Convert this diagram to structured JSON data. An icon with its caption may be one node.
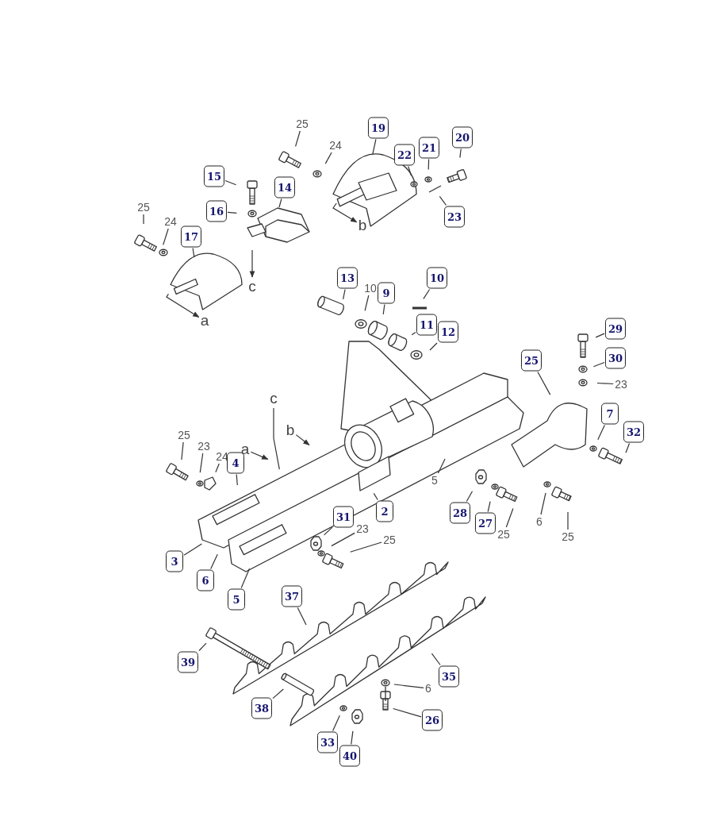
{
  "diagram": {
    "nodes": [
      {
        "text": [
          "25"
        ]
      },
      {
        "text": [
          "19"
        ]
      },
      {
        "text": [
          "20"
        ]
      },
      {
        "text": [
          "24"
        ]
      },
      {
        "text": [
          "21"
        ]
      },
      {
        "text": [
          "22"
        ]
      },
      {
        "text": [
          "15"
        ]
      },
      {
        "text": [
          "14"
        ]
      },
      {
        "text": [
          "25"
        ]
      },
      {
        "text": [
          "16"
        ]
      },
      {
        "text": [
          "23"
        ]
      },
      {
        "text": [
          "24"
        ]
      },
      {
        "text": [
          "b"
        ]
      },
      {
        "text": [
          "17"
        ]
      },
      {
        "text": [
          "13"
        ]
      },
      {
        "text": [
          "10"
        ]
      },
      {
        "text": [
          "c"
        ]
      },
      {
        "text": [
          "10"
        ]
      },
      {
        "text": [
          "9"
        ]
      },
      {
        "text": [
          "a"
        ]
      },
      {
        "text": [
          "11"
        ]
      },
      {
        "text": [
          "29"
        ]
      },
      {
        "text": [
          "12"
        ]
      },
      {
        "text": [
          "30"
        ]
      },
      {
        "text": [
          "25"
        ]
      },
      {
        "text": [
          "23"
        ]
      },
      {
        "text": [
          "c"
        ]
      },
      {
        "text": [
          "7"
        ]
      },
      {
        "text": [
          "b"
        ]
      },
      {
        "text": [
          "32"
        ]
      },
      {
        "text": [
          "25"
        ]
      },
      {
        "text": [
          "23"
        ]
      },
      {
        "text": [
          "a"
        ]
      },
      {
        "text": [
          "24"
        ]
      },
      {
        "text": [
          "4"
        ]
      },
      {
        "text": [
          "5"
        ]
      },
      {
        "text": [
          "2"
        ]
      },
      {
        "text": [
          "28"
        ]
      },
      {
        "text": [
          "31"
        ]
      },
      {
        "text": [
          "6"
        ]
      },
      {
        "text": [
          "27"
        ]
      },
      {
        "text": [
          "23"
        ]
      },
      {
        "text": [
          "25"
        ]
      },
      {
        "text": [
          "25"
        ]
      },
      {
        "text": [
          "25"
        ]
      },
      {
        "text": [
          "3"
        ]
      },
      {
        "text": [
          "6"
        ]
      },
      {
        "text": [
          "37"
        ]
      },
      {
        "text": [
          "5"
        ]
      },
      {
        "text": [
          "39"
        ]
      },
      {
        "text": [
          "35"
        ]
      },
      {
        "text": [
          "6"
        ]
      },
      {
        "text": [
          "38"
        ]
      },
      {
        "text": [
          "26"
        ]
      },
      {
        "text": [
          "33"
        ]
      },
      {
        "text": [
          "40"
        ]
      }
    ],
    "edges": [
      {
        "from": 0,
        "to": null,
        "arrow": "none"
      },
      {
        "from": 1,
        "to": null,
        "arrow": "none"
      },
      {
        "from": 2,
        "to": null,
        "arrow": "none"
      },
      {
        "from": 3,
        "to": null,
        "arrow": "none"
      },
      {
        "from": 4,
        "to": null,
        "arrow": "none"
      },
      {
        "from": 5,
        "to": null,
        "arrow": "none"
      },
      {
        "from": 6,
        "to": null,
        "arrow": "none"
      },
      {
        "from": 7,
        "to": null,
        "arrow": "none"
      },
      {
        "from": 8,
        "to": null,
        "arrow": "none"
      },
      {
        "from": 9,
        "to": null,
        "arrow": "none"
      },
      {
        "from": 10,
        "to": null,
        "arrow": "none"
      },
      {
        "from": 11,
        "to": null,
        "arrow": "none"
      },
      {
        "from": null,
        "to": 12,
        "arrow": "to"
      },
      {
        "from": 13,
        "to": null,
        "arrow": "none"
      },
      {
        "from": 14,
        "to": null,
        "arrow": "none"
      },
      {
        "from": 15,
        "to": null,
        "arrow": "none"
      },
      {
        "from": null,
        "to": 16,
        "arrow": "to"
      },
      {
        "from": 17,
        "to": null,
        "arrow": "none"
      },
      {
        "from": 18,
        "to": null,
        "arrow": "none"
      },
      {
        "from": null,
        "to": 19,
        "arrow": "to"
      },
      {
        "from": 20,
        "to": null,
        "arrow": "none"
      },
      {
        "from": 21,
        "to": null,
        "arrow": "none"
      },
      {
        "from": 22,
        "to": null,
        "arrow": "none"
      },
      {
        "from": 23,
        "to": null,
        "arrow": "none"
      },
      {
        "from": 24,
        "to": null,
        "arrow": "none"
      },
      {
        "from": 25,
        "to": null,
        "arrow": "none"
      },
      {
        "from": 26,
        "to": null,
        "arrow": "none"
      },
      {
        "from": 27,
        "to": null,
        "arrow": "none"
      },
      {
        "from": 28,
        "to": null,
        "arrow": "to"
      },
      {
        "from": 29,
        "to": null,
        "arrow": "none"
      },
      {
        "from": 30,
        "to": null,
        "arrow": "none"
      },
      {
        "from": 31,
        "to": null,
        "arrow": "none"
      },
      {
        "from": 32,
        "to": null,
        "arrow": "to"
      },
      {
        "from": 33,
        "to": null,
        "arrow": "none"
      },
      {
        "from": 34,
        "to": null,
        "arrow": "none"
      },
      {
        "from": 35,
        "to": null,
        "arrow": "none"
      },
      {
        "from": 36,
        "to": null,
        "arrow": "none"
      },
      {
        "from": 37,
        "to": null,
        "arrow": "none"
      },
      {
        "from": 38,
        "to": null,
        "arrow": "none"
      },
      {
        "from": 39,
        "to": null,
        "arrow": "none"
      },
      {
        "from": 40,
        "to": null,
        "arrow": "none"
      },
      {
        "from": 41,
        "to": null,
        "arrow": "none"
      },
      {
        "from": 42,
        "to": null,
        "arrow": "none"
      },
      {
        "from": 43,
        "to": null,
        "arrow": "none"
      },
      {
        "from": 44,
        "to": null,
        "arrow": "none"
      },
      {
        "from": 45,
        "to": null,
        "arrow": "none"
      },
      {
        "from": 46,
        "to": null,
        "arrow": "none"
      },
      {
        "from": 47,
        "to": null,
        "arrow": "none"
      },
      {
        "from": 48,
        "to": null,
        "arrow": "none"
      },
      {
        "from": 49,
        "to": null,
        "arrow": "none"
      },
      {
        "from": 50,
        "to": null,
        "arrow": "none"
      },
      {
        "from": 51,
        "to": null,
        "arrow": "none"
      },
      {
        "from": 52,
        "to": null,
        "arrow": "none"
      },
      {
        "from": 53,
        "to": null,
        "arrow": "none"
      },
      {
        "from": 54,
        "to": null,
        "arrow": "none"
      },
      {
        "from": 55,
        "to": null,
        "arrow": "none"
      }
    ]
  }
}
